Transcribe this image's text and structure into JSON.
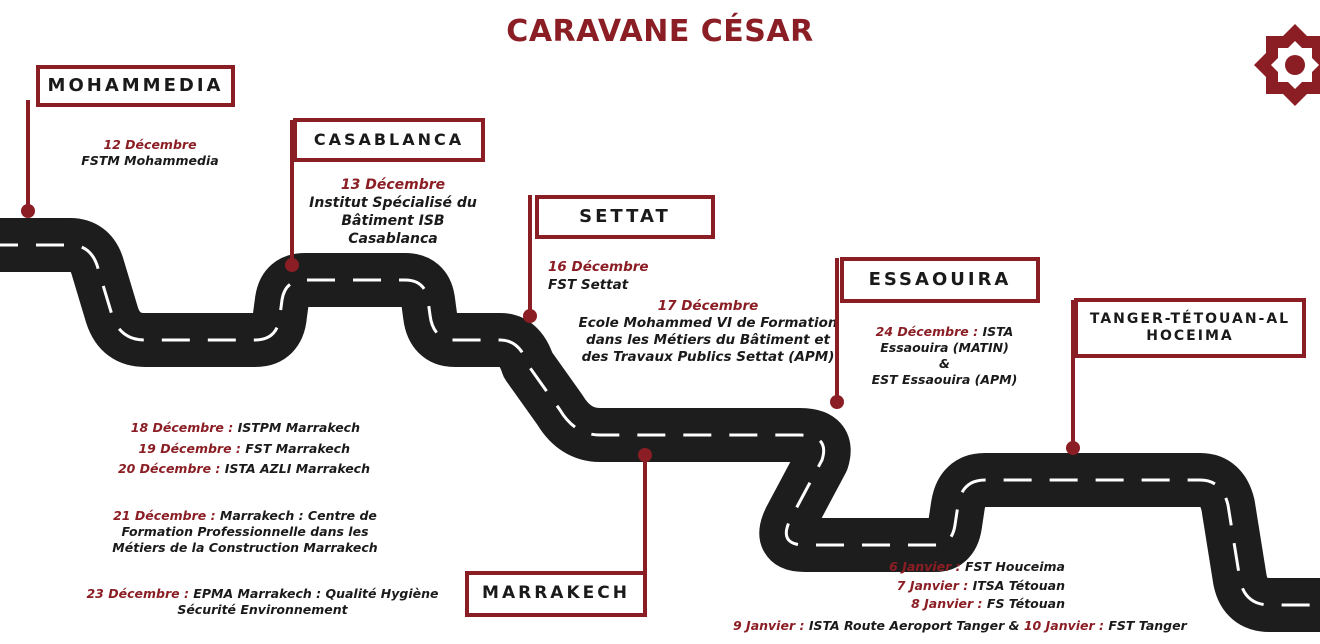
{
  "title": "CARAVANE CÉSAR",
  "cities": {
    "mohammedia": "MOHAMMEDIA",
    "casablanca": "CASABLANCA",
    "settat": "SETTAT",
    "essaouira": "ESSAOUIRA",
    "tanger": "TANGER-TÉTOUAN-AL HOCEIMA",
    "marrakech": "MARRAKECH"
  },
  "events": {
    "mohammedia": {
      "date": "12 Décembre",
      "text": "FSTM Mohammedia"
    },
    "casablanca": {
      "date": "13 Décembre",
      "text": "Institut Spécialisé du Bâtiment ISB Casablanca"
    },
    "settat_1": {
      "date": "16 Décembre",
      "text": "FST Settat"
    },
    "settat_2": {
      "date": "17 Décembre",
      "text": "Ecole Mohammed VI de Formation dans les Métiers du Bâtiment et des Travaux Publics Settat (APM)"
    },
    "essaouira": {
      "date": "24 Décembre :",
      "text1": " ISTA Essaouira (MATIN)",
      "amp": "&",
      "text2": "EST Essaouira (APM)"
    },
    "marrakech": [
      {
        "date": "18 Décembre :",
        "text": "  ISTPM Marrakech"
      },
      {
        "date": "19 Décembre :",
        "text": "  FST Marrakech"
      },
      {
        "date": "20 Décembre :",
        "text": "  ISTA AZLI Marrakech"
      },
      {
        "date": "21 Décembre :",
        "text": " Marrakech : Centre de Formation Professionnelle dans les Métiers de la Construction Marrakech"
      },
      {
        "date": "23 Décembre :",
        "text": " EPMA Marrakech : Qualité Hygiène Sécurité Environnement"
      }
    ],
    "tanger": [
      {
        "date": "6 Janvier :",
        "text": " FST Houceima"
      },
      {
        "date": "7 Janvier :",
        "text": " ITSA Tétouan"
      },
      {
        "date": "8 Janvier :",
        "text": " FS Tétouan"
      }
    ],
    "tanger_last": {
      "date1": "9 Janvier :",
      "text1": " ISTA Route Aeroport Tanger & ",
      "date2": "10 Janvier :",
      "text2": " FST Tanger"
    }
  },
  "colors": {
    "accent": "#8b1e24",
    "road": "#1d1d1d",
    "dash": "#ffffff"
  },
  "icons": {
    "logo": "moroccan-star-icon"
  }
}
